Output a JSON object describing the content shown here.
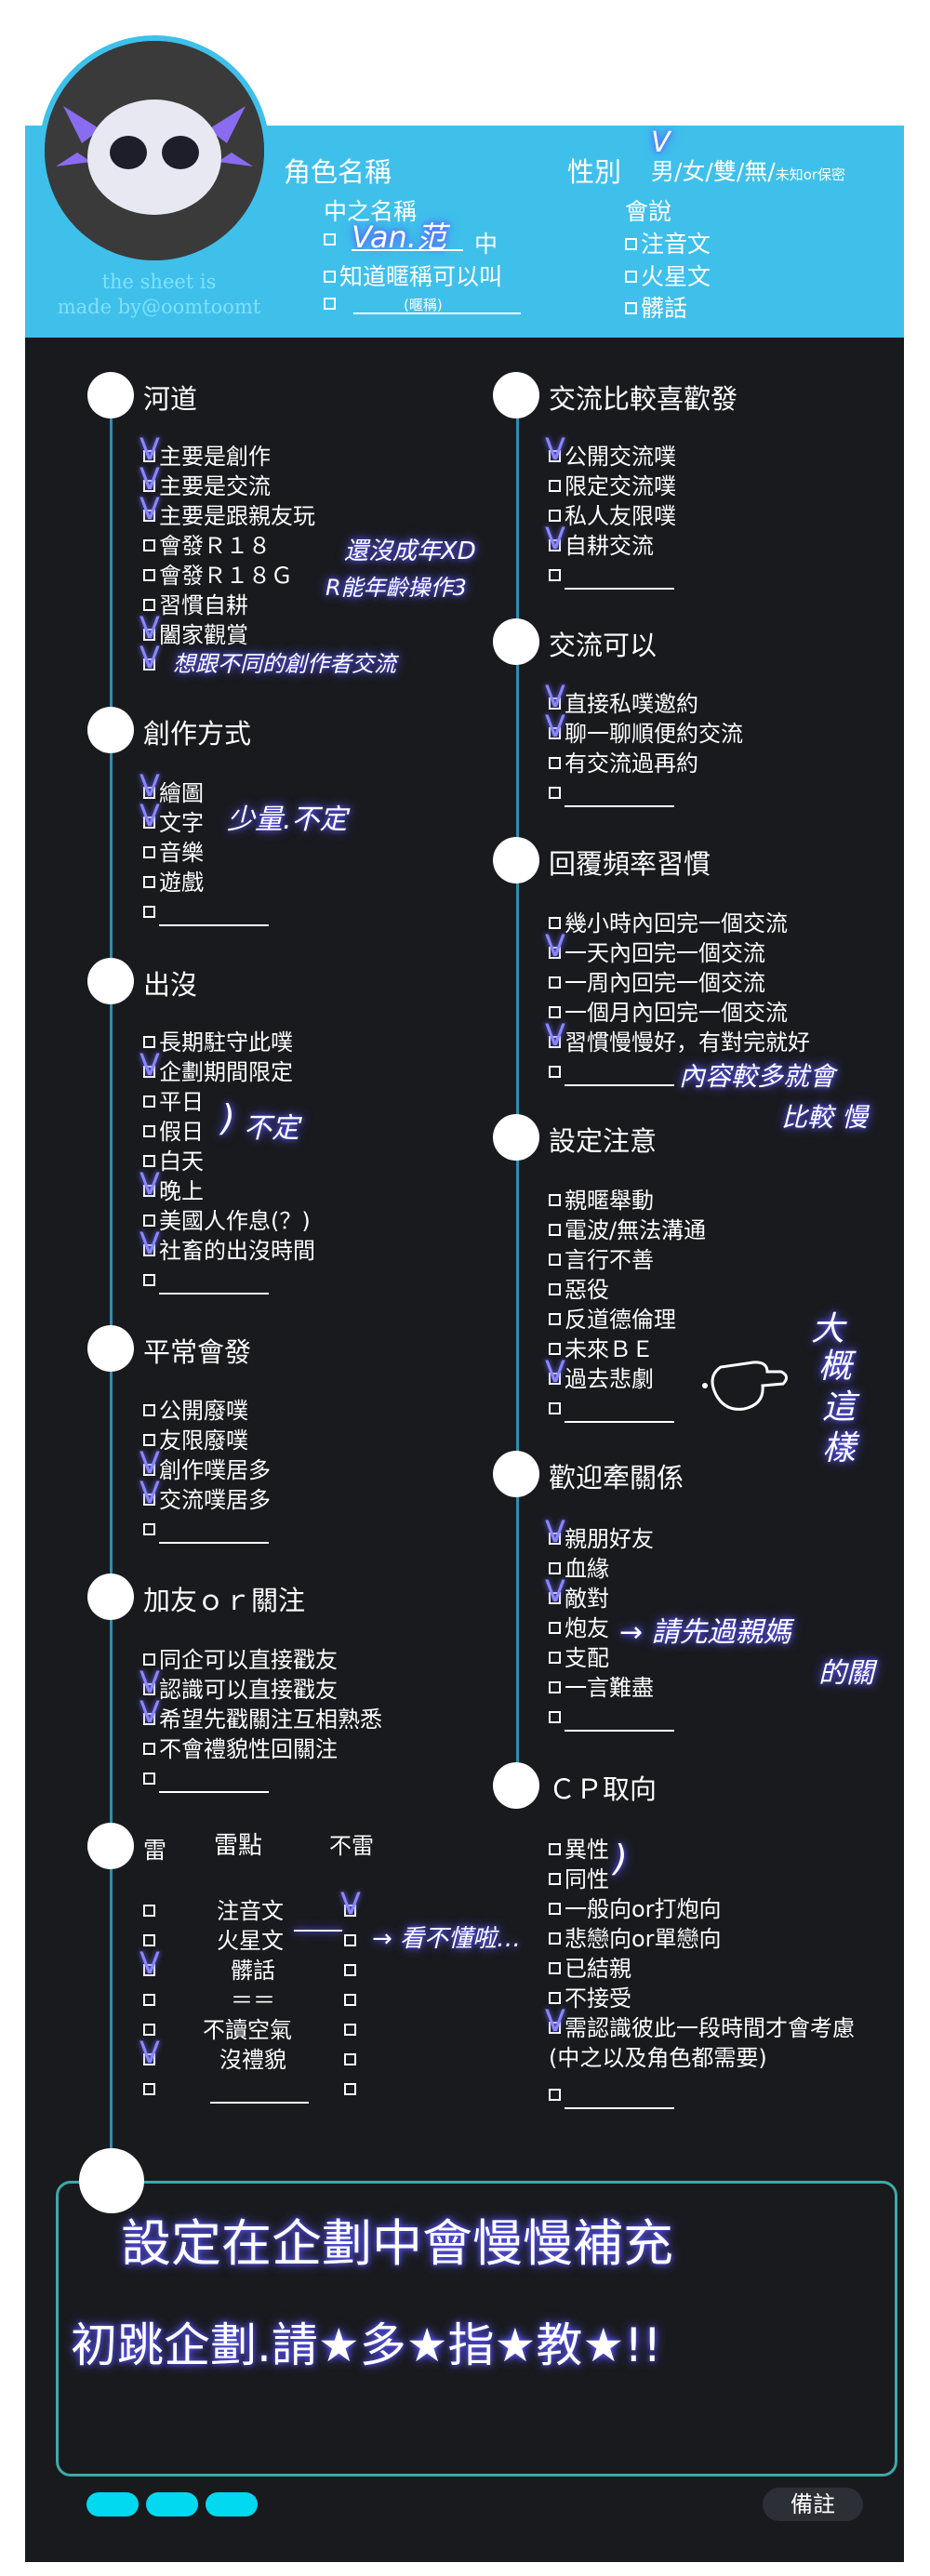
{
  "header": {
    "char_name_label": "角色名稱",
    "gender_label": "性別",
    "gender_options": "男/女/雙/無/",
    "gender_extra": "未知or保密",
    "cn_name_label": "中之名稱",
    "cn_name_suffix": "中",
    "cn_name_option2": "知道暱稱可以叫",
    "cn_name_blank_label": "(暱稱)",
    "speaks_label": "會說",
    "speaks_options": [
      "注音文",
      "火星文",
      "髒話"
    ],
    "credit_line1": "the sheet is",
    "credit_line2": "made by@oomtoomt"
  },
  "handwritten": {
    "gender_tick": "V",
    "cn_name": "Van.范",
    "r18_note_1": "還沒成年XD",
    "r18_note_2": "R能年齡操作3",
    "want_note": "想跟不同的創作者交流",
    "method_note": "少量.不定",
    "time_note": "不定",
    "freq_note_1": "內容較多就會",
    "freq_note_2": "比較 慢",
    "setting_note_1": "大",
    "setting_note_2": "概",
    "setting_note_3": "這",
    "setting_note_4": "樣",
    "relation_note_1": "→ 請先過親媽",
    "relation_note_2": "的關",
    "mine_note": "→ 看不懂啦…",
    "bottom_note_1": "設定在企劃中會慢慢補充",
    "bottom_note_2": "初跳企劃.請★多★指★教★!!"
  },
  "sections": {
    "hedao": {
      "title": "河道",
      "items": [
        "主要是創作",
        "主要是交流",
        "主要是跟親友玩",
        "會發Ｒ１８",
        "會發Ｒ１８Ｇ",
        "習慣自耕",
        "闔家觀賞",
        ""
      ]
    },
    "method": {
      "title": "創作方式",
      "items": [
        "繪圖",
        "文字",
        "音樂",
        "遊戲"
      ]
    },
    "appear": {
      "title": "出沒",
      "items": [
        "長期駐守此噗",
        "企劃期間限定",
        "平日",
        "假日",
        "白天",
        "晚上",
        "美國人作息(？)",
        "社畜的出沒時間"
      ]
    },
    "post": {
      "title": "平常會發",
      "items": [
        "公開廢噗",
        "友限廢噗",
        "創作噗居多",
        "交流噗居多"
      ]
    },
    "friend": {
      "title": "加友ｏｒ關注",
      "items": [
        "同企可以直接戳友",
        "認識可以直接戳友",
        "希望先戳關注互相熟悉",
        "不會禮貌性回關注"
      ]
    },
    "mine": {
      "title": "雷",
      "header_mid": "雷點",
      "header_right": "不雷",
      "items": [
        "注音文",
        "火星文",
        "髒話",
        "＝＝",
        "不讀空氣",
        "沒禮貌"
      ]
    },
    "exchange": {
      "title": "交流比較喜歡發",
      "items": [
        "公開交流噗",
        "限定交流噗",
        "私人友限噗",
        "自耕交流"
      ]
    },
    "can": {
      "title": "交流可以",
      "items": [
        "直接私噗邀約",
        "聊一聊順便約交流",
        "有交流過再約"
      ]
    },
    "reply": {
      "title": "回覆頻率習慣",
      "items": [
        "幾小時內回完一個交流",
        "一天內回完一個交流",
        "一周內回完一個交流",
        "一個月內回完一個交流",
        "習慣慢慢好，有對完就好"
      ]
    },
    "caution": {
      "title": "設定注意",
      "items": [
        "親暱舉動",
        "電波/無法溝通",
        "言行不善",
        "惡役",
        "反道德倫理",
        "未來ＢＥ",
        "過去悲劇"
      ]
    },
    "welcome": {
      "title": "歡迎牽關係",
      "items": [
        "親朋好友",
        "血緣",
        "敵對",
        "炮友",
        "支配",
        "一言難盡"
      ]
    },
    "cp": {
      "title": "ＣＰ取向",
      "items": [
        "異性",
        "同性",
        "一般向or打炮向",
        "悲戀向or單戀向",
        "已結親",
        "不接受",
        "需認識彼此一段時間才會考慮",
        "(中之以及角色都需要)"
      ]
    }
  },
  "footer": {
    "remark_label": "備註"
  },
  "colors": {
    "header": "#3ec0eb",
    "sheet": "#191a1e",
    "accent_glow": "#6e6aff",
    "pill": "#00d9ef"
  }
}
